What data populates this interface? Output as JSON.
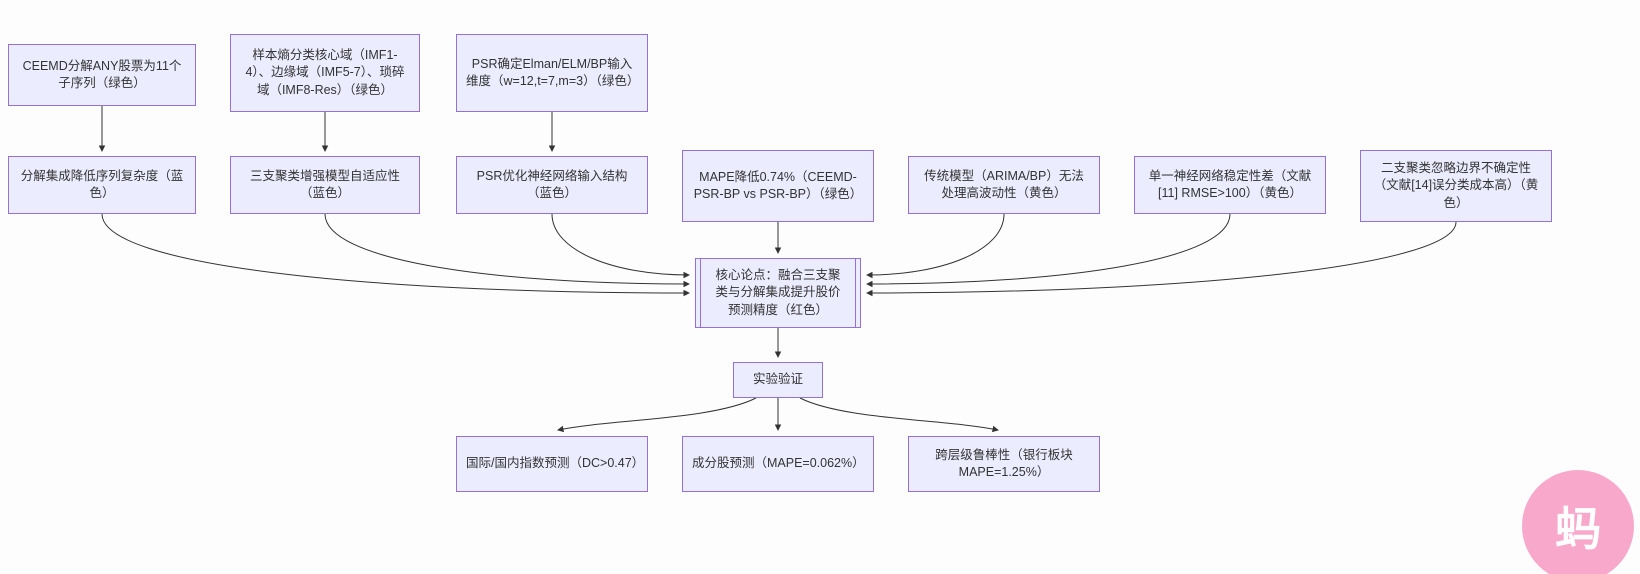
{
  "diagram": {
    "nodes": {
      "ceemd": {
        "label": "CEEMD分解ANY股票为11个子序列（绿色）"
      },
      "entropy": {
        "label": "样本熵分类核心域（IMF1-4）、边缘域（IMF5-7）、琐碎域（IMF8-Res）（绿色）"
      },
      "psr": {
        "label": "PSR确定Elman/ELM/BP输入维度（w=12,t=7,m=3）（绿色）"
      },
      "decomp": {
        "label": "分解集成降低序列复杂度（蓝色）"
      },
      "twc": {
        "label": "三支聚类增强模型自适应性（蓝色）"
      },
      "psropt": {
        "label": "PSR优化神经网络输入结构（蓝色）"
      },
      "mape": {
        "label": "MAPE降低0.74%（CEEMD-PSR-BP vs PSR-BP）（绿色）"
      },
      "arima": {
        "label": "传统模型（ARIMA/BP）无法处理高波动性（黄色）"
      },
      "singlenn": {
        "label": "单一神经网络稳定性差（文献[11] RMSE>100）（黄色）"
      },
      "twoway": {
        "label": "二支聚类忽略边界不确定性（文献[14]误分类成本高）（黄色）"
      },
      "core": {
        "label": "核心论点：融合三支聚类与分解集成提升股价预测精度（红色）"
      },
      "exp": {
        "label": "实验验证"
      },
      "index": {
        "label": "国际/国内指数预测（DC>0.47）"
      },
      "stock": {
        "label": "成分股预测（MAPE=0.062%）"
      },
      "robust": {
        "label": "跨层级鲁棒性（银行板块MAPE=1.25%）"
      }
    },
    "edges": [
      {
        "from": "ceemd",
        "to": "decomp"
      },
      {
        "from": "entropy",
        "to": "twc"
      },
      {
        "from": "psr",
        "to": "psropt"
      },
      {
        "from": "decomp",
        "to": "core"
      },
      {
        "from": "twc",
        "to": "core"
      },
      {
        "from": "psropt",
        "to": "core"
      },
      {
        "from": "mape",
        "to": "core"
      },
      {
        "from": "arima",
        "to": "core"
      },
      {
        "from": "singlenn",
        "to": "core"
      },
      {
        "from": "twoway",
        "to": "core"
      },
      {
        "from": "core",
        "to": "exp"
      },
      {
        "from": "exp",
        "to": "index"
      },
      {
        "from": "exp",
        "to": "stock"
      },
      {
        "from": "exp",
        "to": "robust"
      }
    ],
    "colors": {
      "node_fill": "#ECECFF",
      "node_border": "#9370DB",
      "edge": "#333333",
      "text": "#333333"
    }
  },
  "watermark": {
    "text": "蚂",
    "bg": "#F8A8CA"
  }
}
